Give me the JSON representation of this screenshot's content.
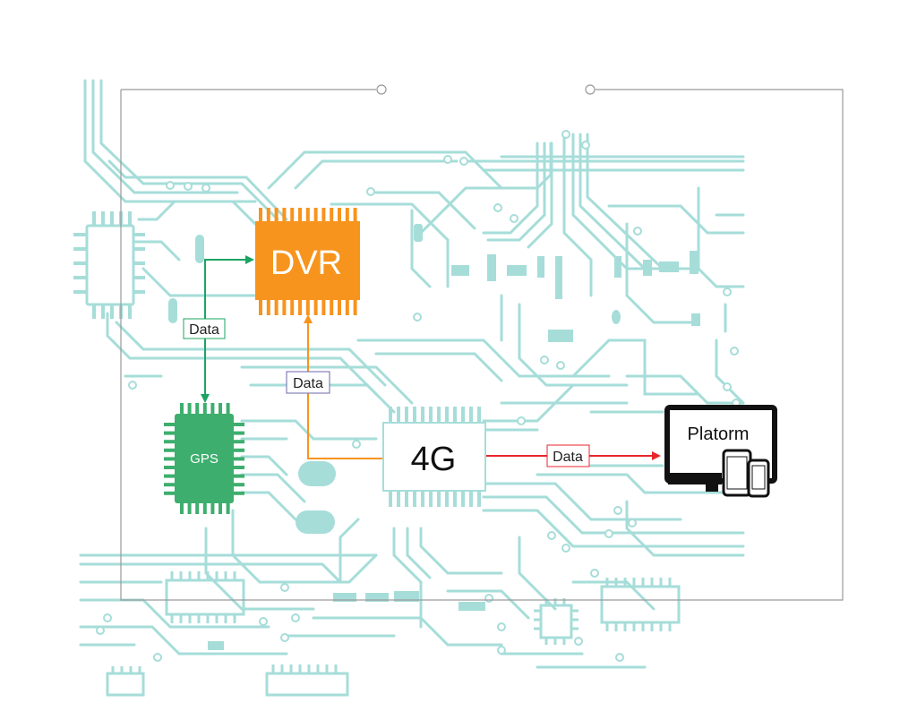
{
  "nodes": {
    "dvr": {
      "label": "DVR",
      "color": "#F7941D"
    },
    "gps": {
      "label": "GPS",
      "color": "#3DAE6E"
    },
    "cellular": {
      "label": "4G",
      "color": "#FFFFFF"
    },
    "platform": {
      "label": "Platorm"
    }
  },
  "connections": {
    "gps_dvr": {
      "label": "Data",
      "color": "#1BA462"
    },
    "fourg_dvr": {
      "label": "Data",
      "color": "#F7941D"
    },
    "fourg_platform": {
      "label": "Data",
      "color": "#E8262B"
    }
  },
  "background": {
    "circuit_color": "#A6DDD9",
    "frame_color": "#9A9A9A"
  }
}
